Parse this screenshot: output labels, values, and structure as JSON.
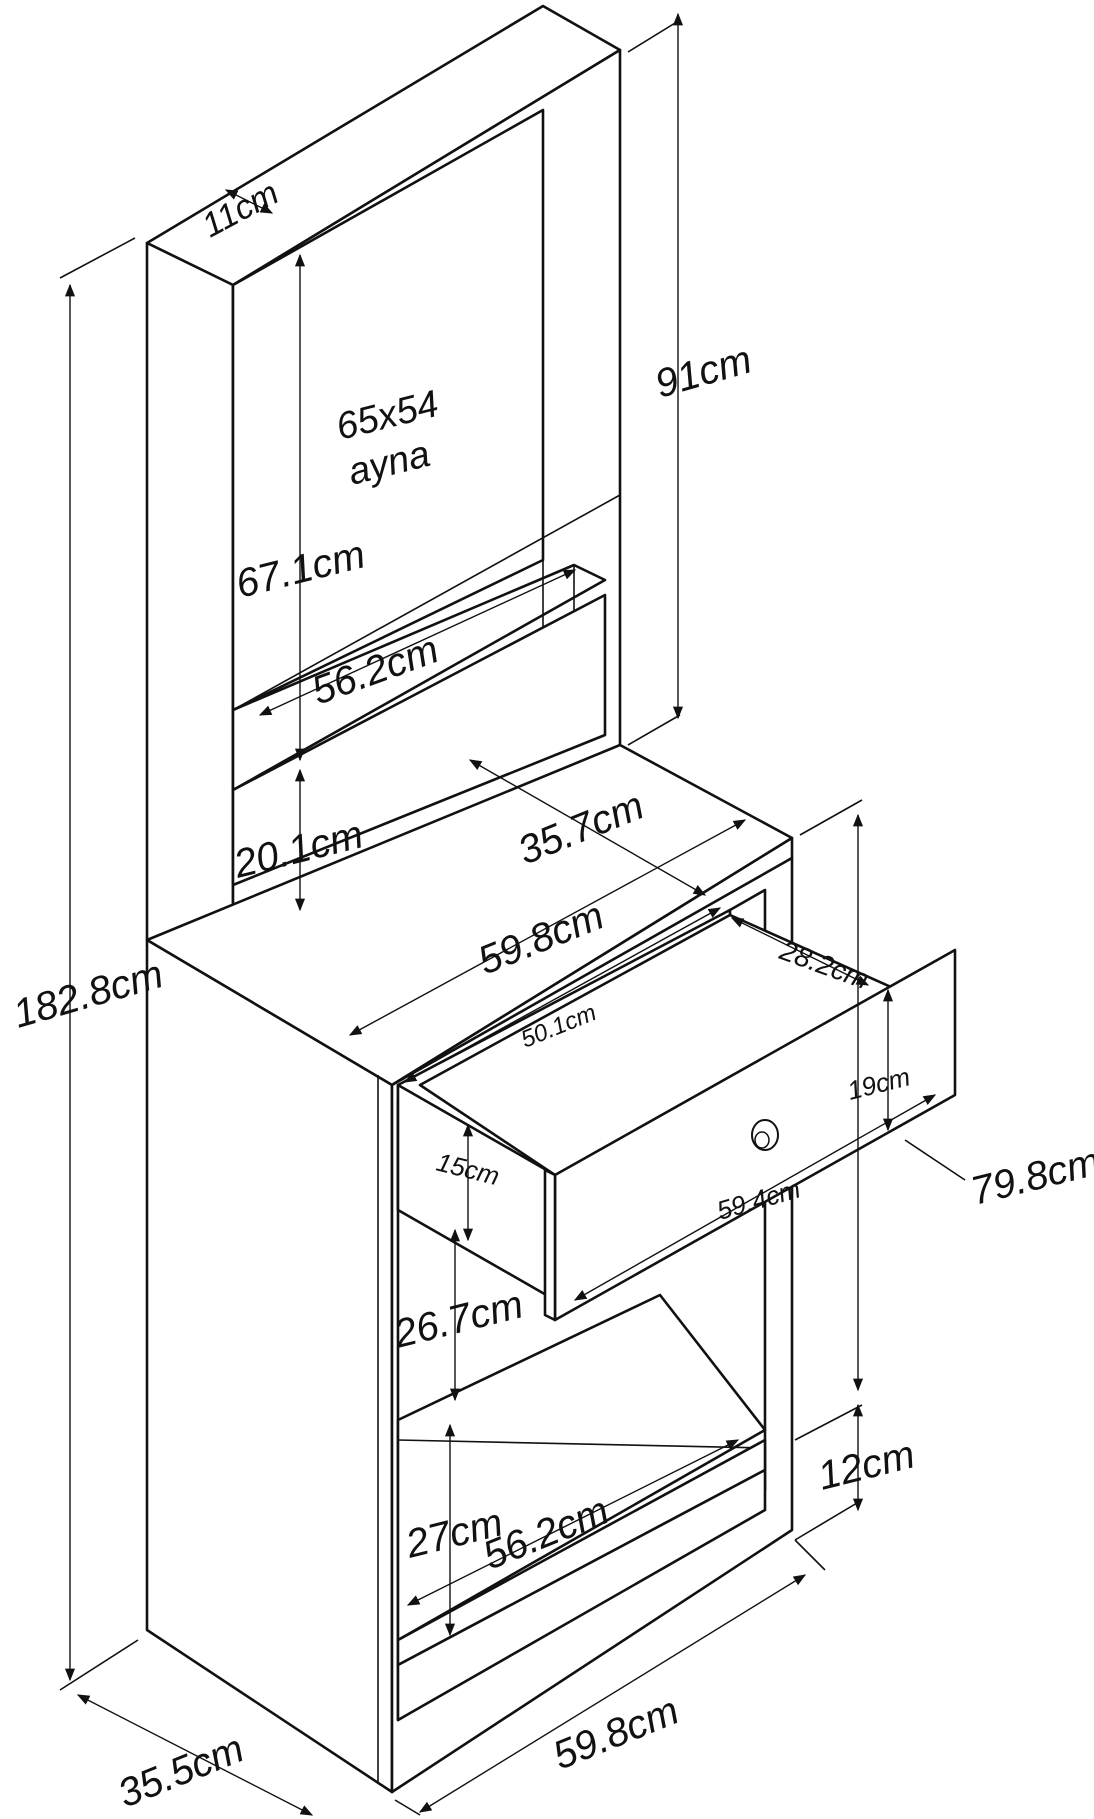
{
  "labels": {
    "top_depth": "11cm",
    "mirror_title_line1": "65x54",
    "mirror_title_line2": "ayna",
    "upper_height": "91cm",
    "mirror_height": "67.1cm",
    "mirror_width": "56.2cm",
    "upper_shelf_gap": "20.1cm",
    "desk_depth": "35.7cm",
    "desk_width": "59.8cm",
    "total_height": "182.8cm",
    "drawer_depth": "28.2cm",
    "drawer_inner_width": "50.1cm",
    "drawer_front_height": "19cm",
    "drawer_box_height": "15cm",
    "desk_height": "79.8cm",
    "drawer_front_width": "59.4cm",
    "lower_compartment_height": "26.7cm",
    "plinth_height": "12cm",
    "bottom_compartment_height": "27cm",
    "bottom_shelf_width": "56.2cm",
    "base_width": "59.8cm",
    "base_depth": "35.5cm"
  },
  "colors": {
    "line": "#111111",
    "panel": "#ffffff"
  }
}
